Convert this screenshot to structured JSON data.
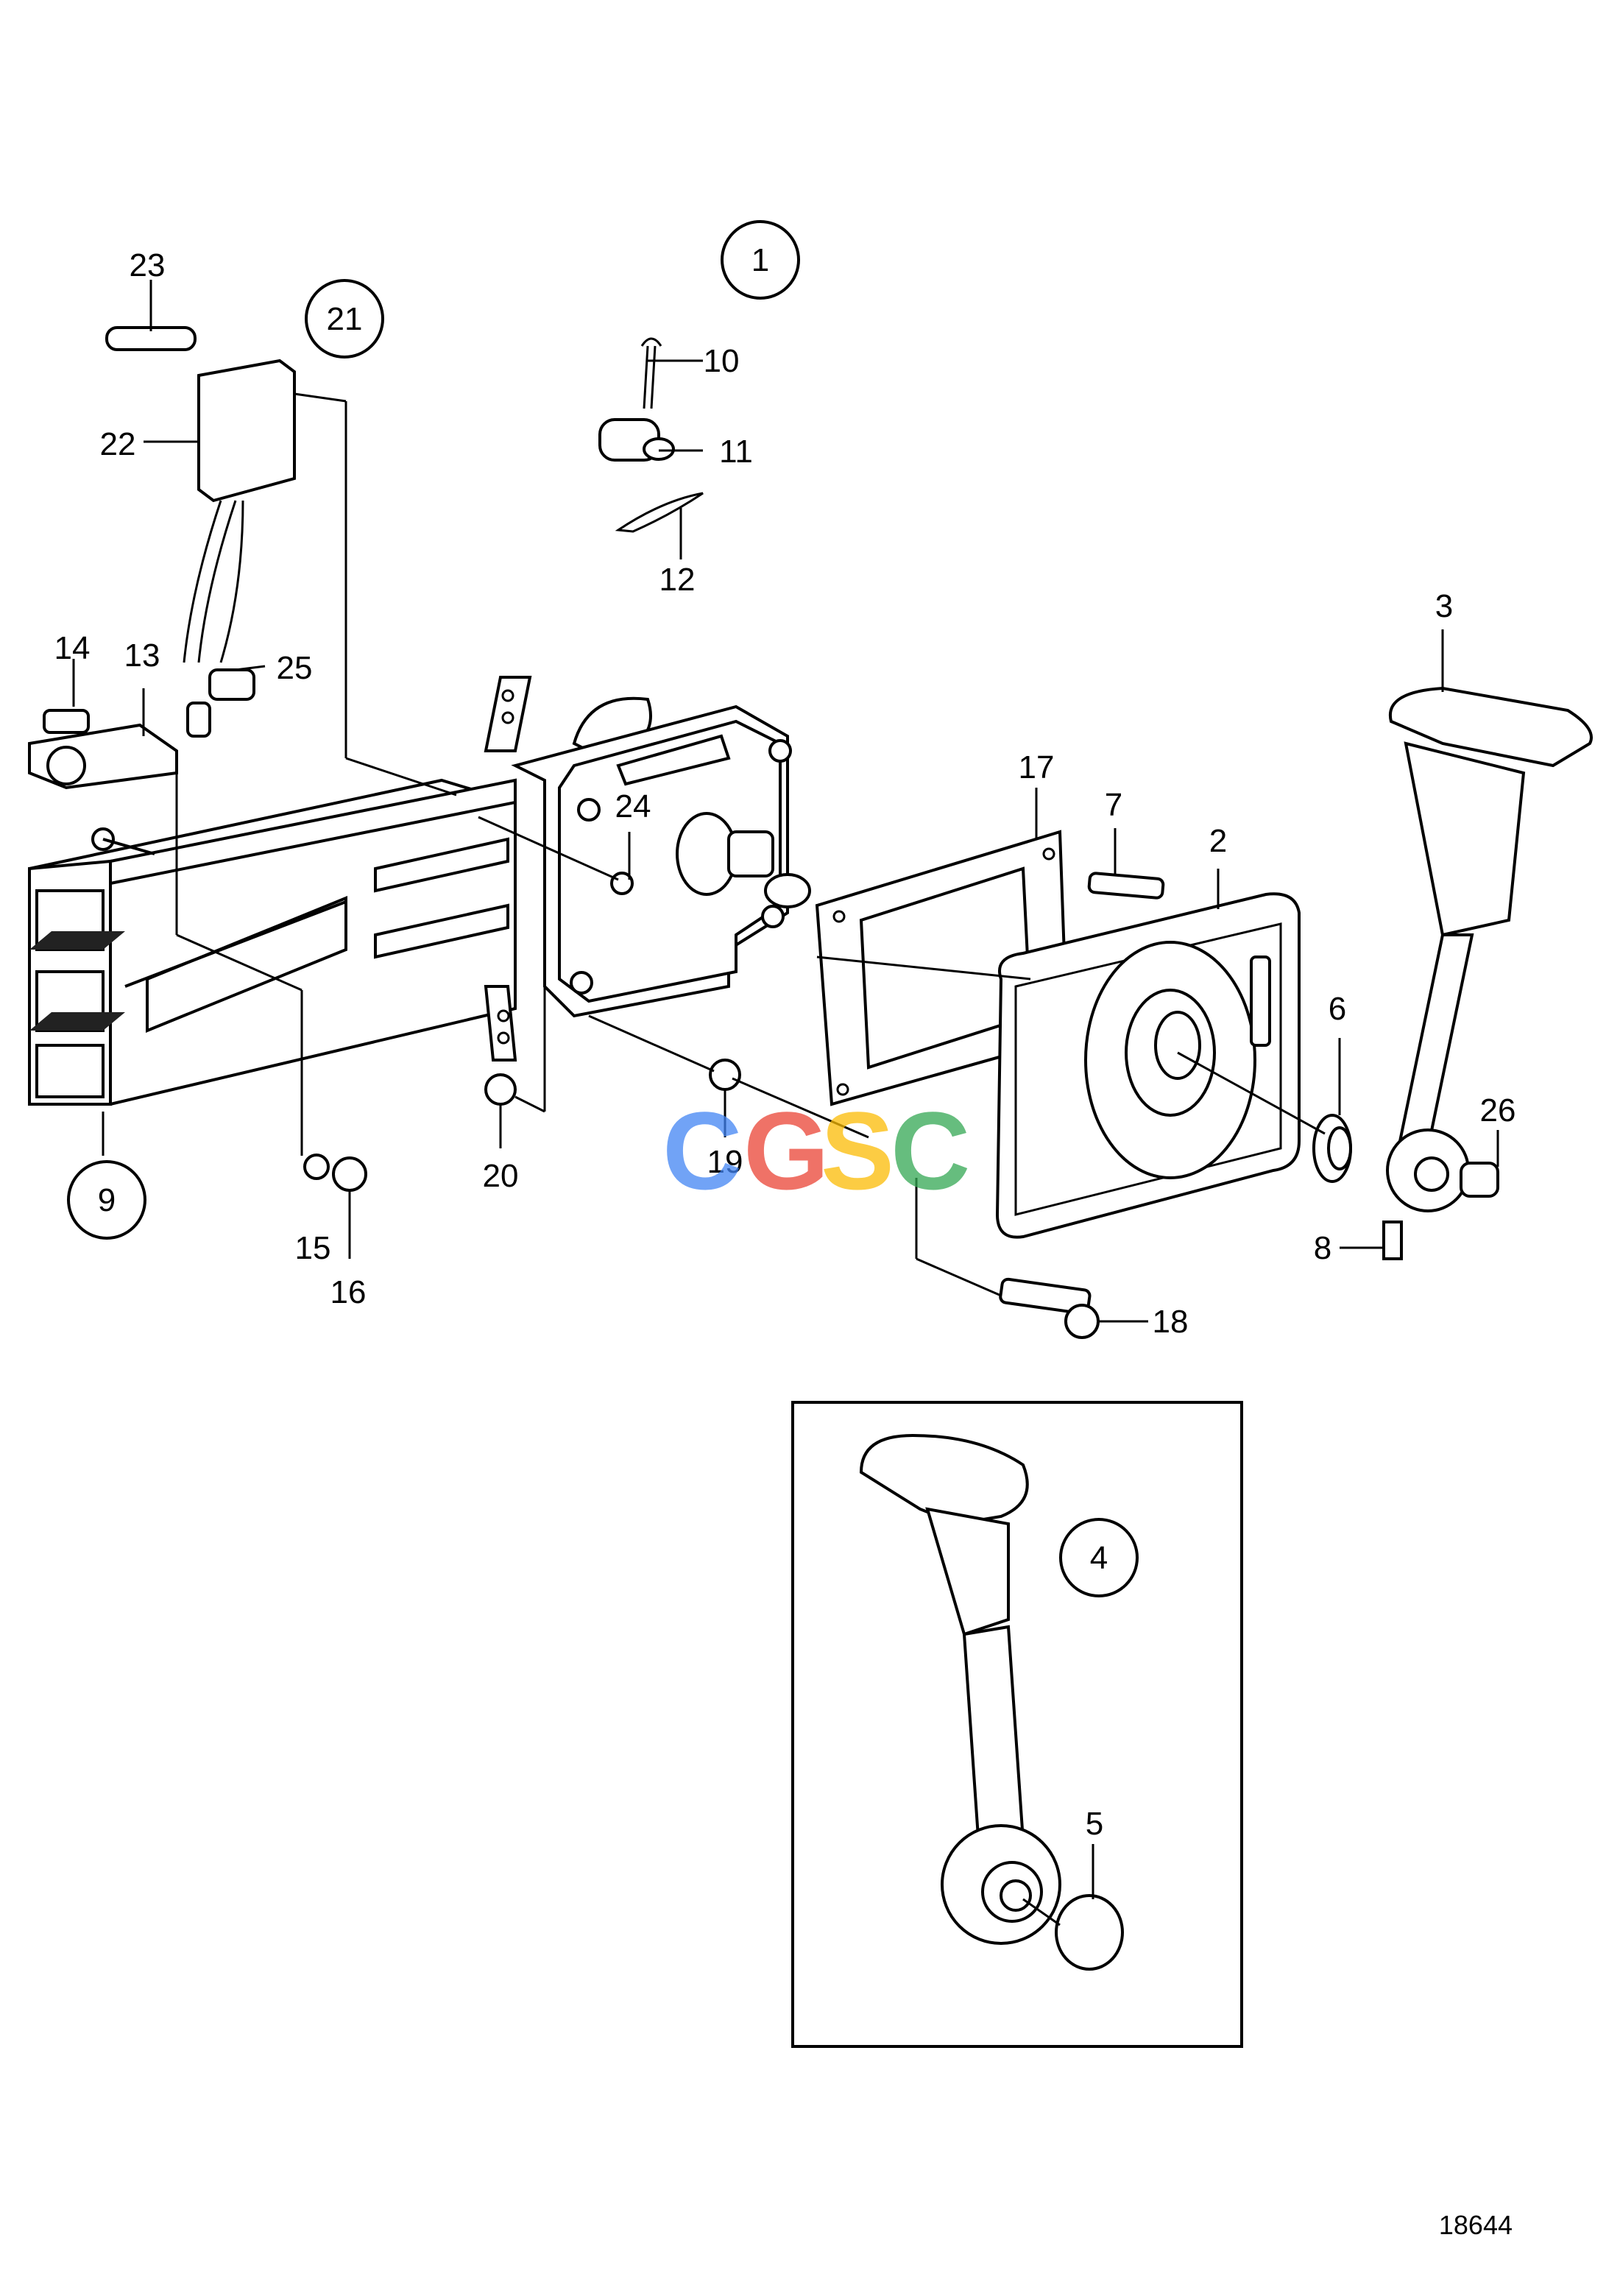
{
  "diagram": {
    "drawing_number": "18644",
    "callouts": {
      "c1": "1",
      "c2": "2",
      "c3": "3",
      "c4": "4",
      "c5": "5",
      "c6": "6",
      "c7": "7",
      "c8": "8",
      "c9": "9",
      "c10": "10",
      "c11": "11",
      "c12": "12",
      "c13": "13",
      "c14": "14",
      "c15": "15",
      "c16": "16",
      "c17": "17",
      "c18": "18",
      "c19": "19",
      "c20": "20",
      "c21": "21",
      "c22": "22",
      "c23": "23",
      "c24": "24",
      "c25": "25",
      "c26": "26"
    },
    "watermark": {
      "letters": [
        "C",
        "G",
        "S",
        "C"
      ],
      "colors": [
        "#4285F4",
        "#EA4335",
        "#FBBC05",
        "#34A853"
      ]
    }
  }
}
